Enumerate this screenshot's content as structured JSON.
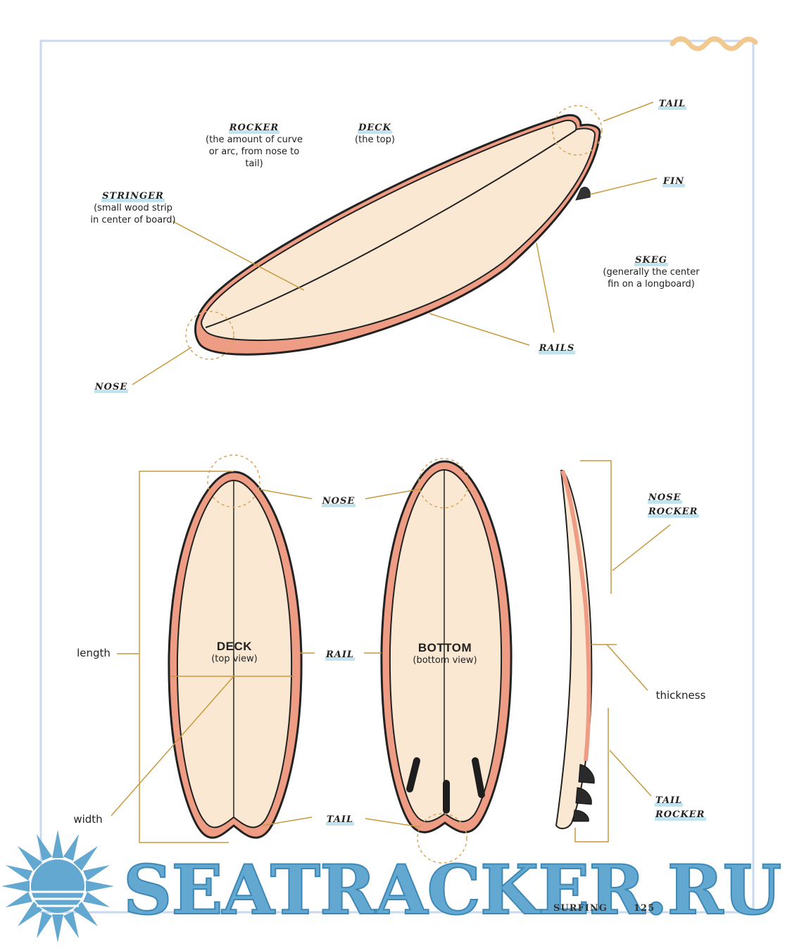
{
  "top_diagram": {
    "rocker": {
      "term": "ROCKER",
      "desc_lines": [
        "(the amount of curve",
        "or arc, from nose to",
        "tail)"
      ]
    },
    "deck": {
      "term": "DECK",
      "desc": "(the top)"
    },
    "tail": {
      "term": "TAIL"
    },
    "stringer": {
      "term": "STRINGER",
      "desc_lines": [
        "(small wood strip",
        "in center of board)"
      ]
    },
    "fin": {
      "term": "FIN"
    },
    "skeg": {
      "term": "SKEG",
      "desc_lines": [
        "(generally the center",
        "fin on a longboard)"
      ]
    },
    "rails": {
      "term": "RAILS"
    },
    "nose": {
      "term": "NOSE"
    }
  },
  "bottom_diagram": {
    "nose": {
      "term": "NOSE"
    },
    "rail": {
      "term": "RAIL"
    },
    "tail": {
      "term": "TAIL"
    },
    "length": "length",
    "width": "width",
    "thickness": "thickness",
    "nose_rocker": {
      "line1": "NOSE",
      "line2": "ROCKER"
    },
    "tail_rocker": {
      "line1": "TAIL",
      "line2": "ROCKER"
    },
    "deck_view": {
      "title": "DECK",
      "subtitle": "(top view)"
    },
    "bottom_view": {
      "title": "BOTTOM",
      "subtitle": "(bottom view)"
    }
  },
  "footer": {
    "section": "SURFING",
    "page": "125"
  },
  "watermark": "SEATRACKER.RU",
  "colors": {
    "board_fill": "#fbe8d2",
    "rail_color": "#ee9c84",
    "outline": "#222222",
    "leader": "#c79a3e",
    "frame": "#c9daf0",
    "watermark": "#62a8d1"
  }
}
